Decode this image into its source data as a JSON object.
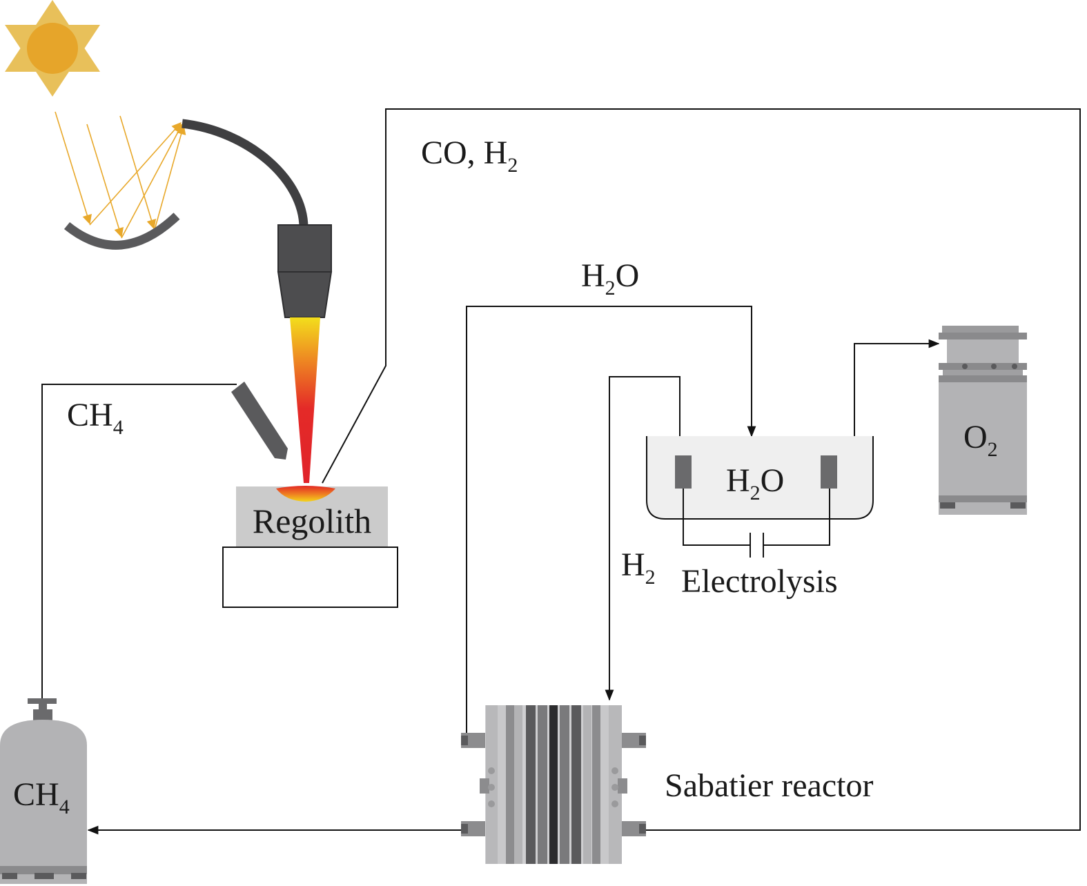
{
  "labels": {
    "co": "CO, H",
    "co_sub": "2",
    "h2o_top": "H",
    "h2o_top_sub": "2",
    "h2o_top_tail": "O",
    "ch4_line": "CH",
    "ch4_line_sub": "4",
    "regolith": "Regolith",
    "h2o_cell": "H",
    "h2o_cell_sub": "2",
    "h2o_cell_tail": "O",
    "o2": "O",
    "o2_sub": "2",
    "h2_line": "H",
    "h2_line_sub": "2",
    "electrolysis": "Electrolysis",
    "sabatier": "Sabatier reactor",
    "ch4_tank": "CH",
    "ch4_tank_sub": "4"
  },
  "colors": {
    "sun_outer": "#e8c05a",
    "sun_inner": "#e6a52a",
    "ray": "#e8a82a",
    "dark_gray": "#4a4a4c",
    "mid_gray": "#8c8c8e",
    "light_gray": "#b3b3b5",
    "panel_gray": "#cbcbcb",
    "cell_fill": "#efefef",
    "line": "#111111",
    "flame_top": "#f2d21e",
    "flame_bottom": "#e3262a"
  },
  "icons": [
    "sun-icon",
    "concentrator-dish-icon",
    "optical-fiber-icon",
    "beam-head-icon",
    "sensor-probe-icon",
    "gas-cylinder-icon",
    "oxygen-tank-icon",
    "reactor-stack-icon",
    "electrode-icon",
    "capacitor-symbol-icon"
  ]
}
